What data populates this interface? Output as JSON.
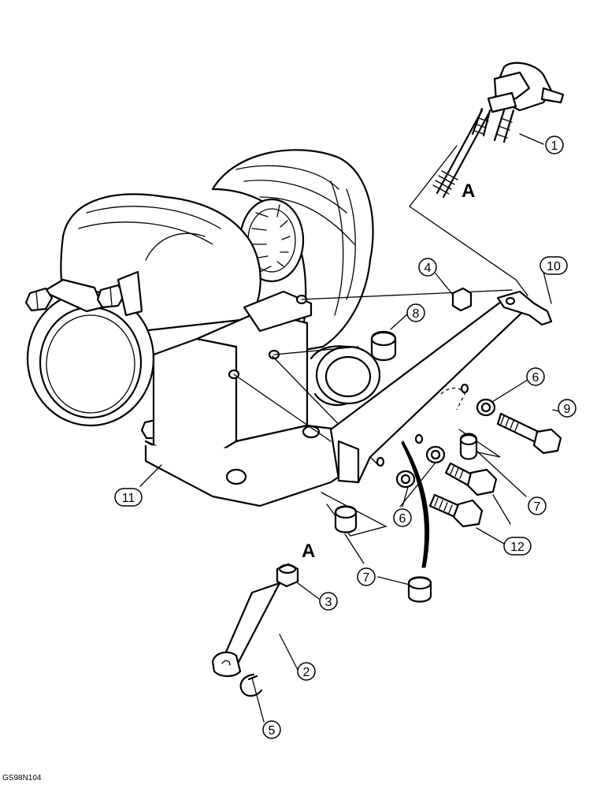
{
  "callouts": {
    "c1": "1",
    "c2": "2",
    "c3": "3",
    "c4": "4",
    "c5": "5",
    "c6a": "6",
    "c6b": "6",
    "c7a": "7",
    "c7b": "7",
    "c8": "8",
    "c9": "9",
    "c10": "10",
    "c11": "11",
    "c12": "12"
  },
  "detail_labels": {
    "top": "A",
    "bottom": "A"
  },
  "figure_ref": "GS98N104"
}
